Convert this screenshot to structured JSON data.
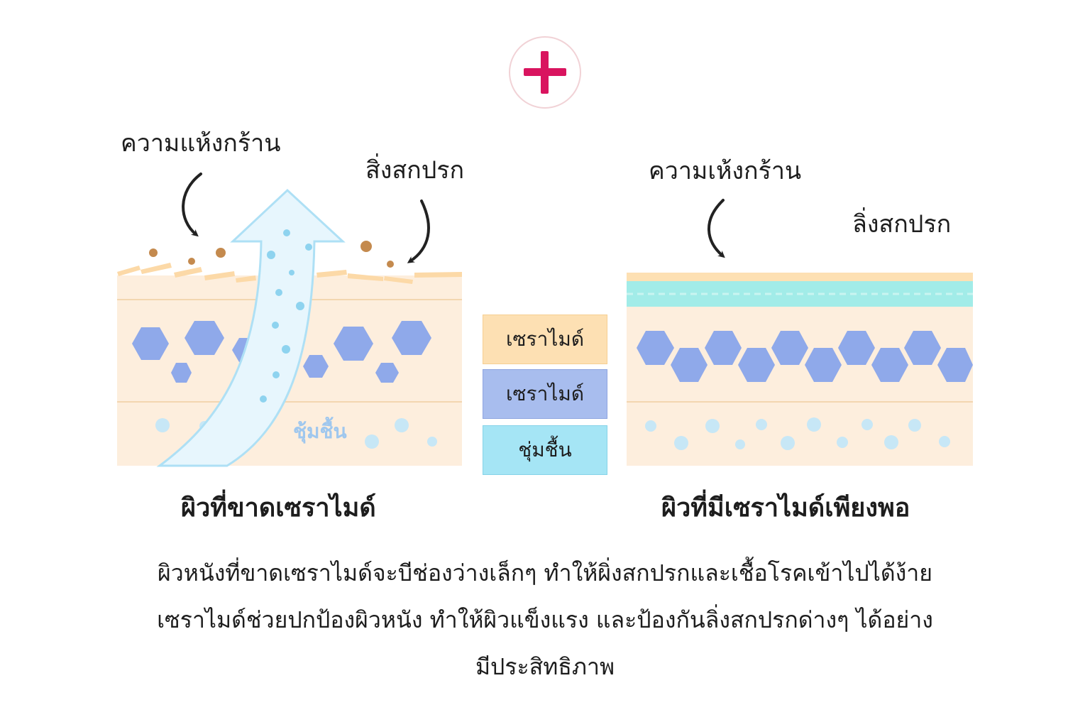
{
  "colors": {
    "skin": "#fdeedd",
    "skin_line": "#f3d6b0",
    "ceramide_orange": "#fde0b3",
    "ceramide_blue": "#8fa9ea",
    "moisture_cyan": "#9eebf2",
    "accent_plus": "#d9145f",
    "dirt": "#c48a4e"
  },
  "icons": [
    "plus-icon",
    "arrow-icon",
    "hexagon-icon"
  ],
  "left_panel": {
    "label_dryness": "ความแห้งกร้าน",
    "label_dirt": "สิ่งสกปรก",
    "label_moisture": "ชุ้มชื้น",
    "caption": "ผิวที่ขาดเซราไมด์"
  },
  "legend": [
    {
      "label": "เซราไมด์",
      "color": "#fde0b3"
    },
    {
      "label": "เซราไมด์",
      "color": "#a8bdee"
    },
    {
      "label": "ชุ่มชื้น",
      "color": "#a5e5f5"
    }
  ],
  "right_panel": {
    "label_dryness": "ความเห้งกร้าน",
    "label_dirt": "ลิ่งสกปรก",
    "caption": "ผิวที่มีเซราไมด์เพียงพอ"
  },
  "description": {
    "line1": "ผิวหนังที่ขาดเซราไมด์จะบีช่องว่างเล็กๆ ทำให้ผิ่งสกปรกและเชื้อโรคเข้าไปได้ง้าย",
    "line2": "เซราไมด์ช่วยปกป้องผิวหนัง ทำให้ผิวแข็งแรง และป้องกันลิ่งสกปรกด่างๆ ได้อย่าง",
    "line3": "มีประสิทธิภาพ"
  }
}
